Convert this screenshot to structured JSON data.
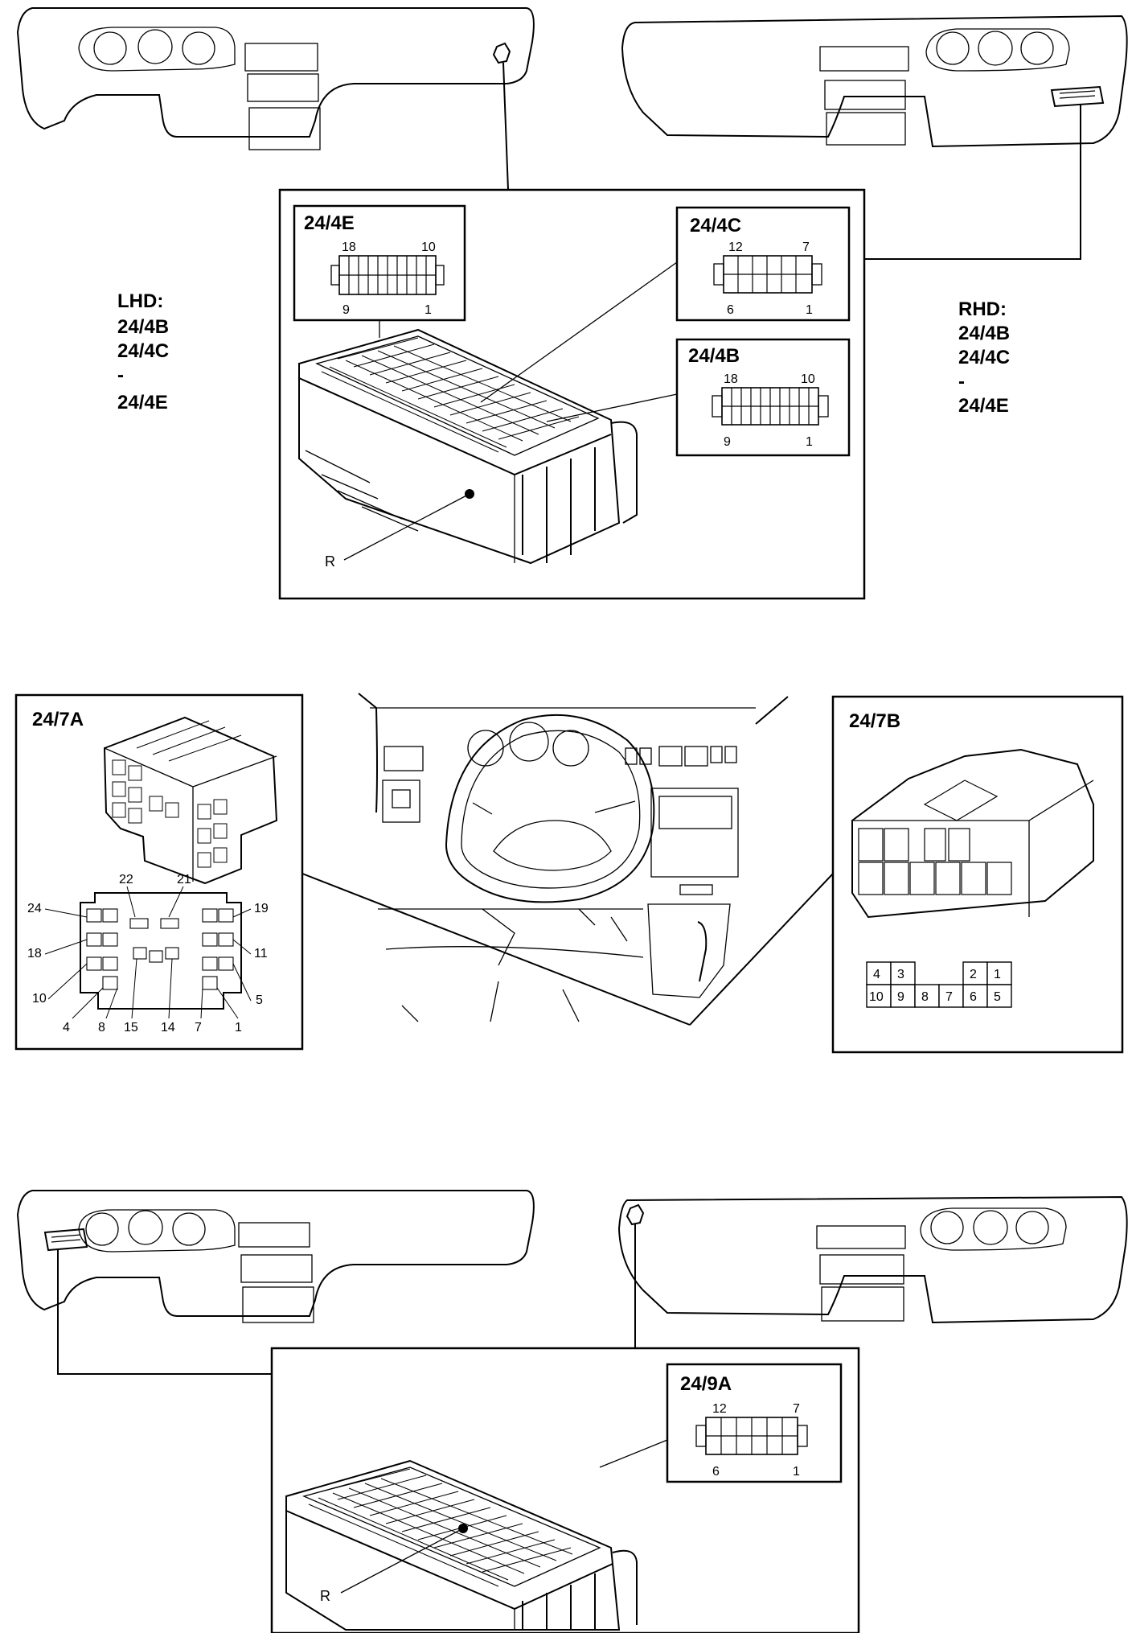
{
  "top": {
    "lhd_heading": "LHD:",
    "lhd_items": [
      "24/4B",
      "24/4C",
      "-",
      "24/4E"
    ],
    "rhd_heading": "RHD:",
    "rhd_items": [
      "24/4B",
      "24/4C",
      "-",
      "24/4E"
    ],
    "connectors": {
      "c24_4E": {
        "label": "24/4E",
        "pins_top": [
          "18",
          "10"
        ],
        "pins_bottom": [
          "9",
          "1"
        ]
      },
      "c24_4C": {
        "label": "24/4C",
        "pins_top": [
          "12",
          "7"
        ],
        "pins_bottom": [
          "6",
          "1"
        ]
      },
      "c24_4B": {
        "label": "24/4B",
        "pins_top": [
          "18",
          "10"
        ],
        "pins_bottom": [
          "9",
          "1"
        ]
      }
    },
    "relay_label": "R"
  },
  "middle": {
    "c24_7A": {
      "label": "24/7A",
      "pins": [
        "22",
        "21",
        "24",
        "19",
        "18",
        "11",
        "10",
        "5",
        "4",
        "8",
        "15",
        "14",
        "7",
        "1"
      ]
    },
    "c24_7B": {
      "label": "24/7B",
      "grid_top": [
        "4",
        "3",
        "",
        "",
        "2",
        "1"
      ],
      "grid_bottom": [
        "10",
        "9",
        "8",
        "7",
        "6",
        "5"
      ]
    }
  },
  "bottom": {
    "c24_9A": {
      "label": "24/9A",
      "pins_top": [
        "12",
        "7"
      ],
      "pins_bottom": [
        "6",
        "1"
      ]
    },
    "relay_label": "R"
  }
}
